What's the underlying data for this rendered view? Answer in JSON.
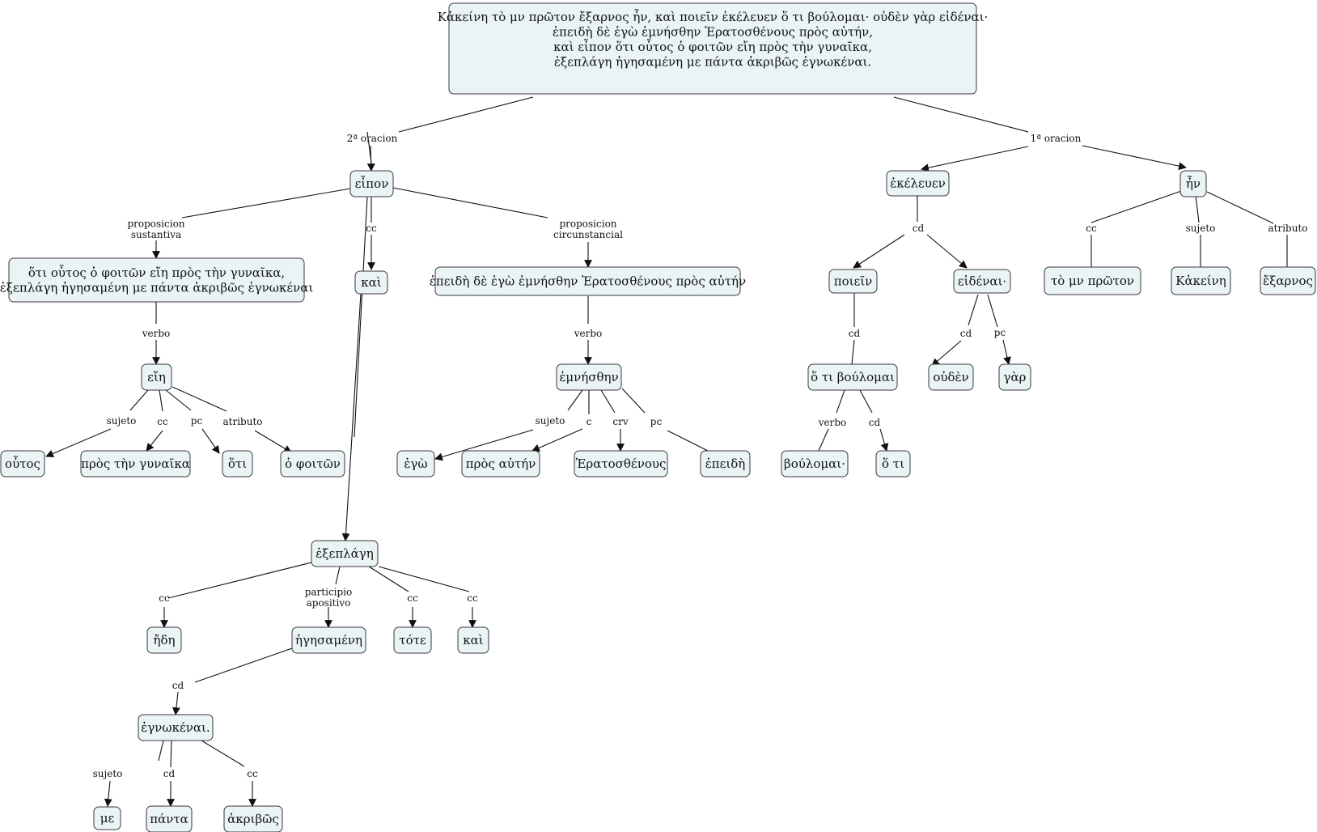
{
  "nodes": {
    "root": [
      "Κἀκείνη τὸ μ὎ν πρῶτον ἔξαρνος ἦν, καὶ ποιεῖν ἐκέλευεν ὅ τι βούλομαι· οὐδὲν γὰρ εἰδέναι·",
      "ἐπειδὴ δὲ ἐγὼ ἐμνήσθην Ἐρατοσθένους πρὸς αὐτήν,",
      "καὶ εἶπον ὅτι οὗτος ὁ φοιτῶν εἴη πρὸς τὴν γυναῖκα,",
      "ἐξεπλάγη ἡγησαμένη με πάντα ἀκριβῶς ἐγνωκέναι."
    ],
    "eipon": [
      "εἶπον"
    ],
    "hoti_prop": [
      "ὅτι οὗτος ὁ φοιτῶν εἴη πρὸς τὴν γυναῖκα,",
      "ἐξεπλάγη ἡγησαμένη με πάντα ἀκριβῶς ἐγνωκέναι"
    ],
    "eie": [
      "εἴη"
    ],
    "houtos": [
      "οὗτος"
    ],
    "pros_gyn": [
      "πρὸς τὴν γυναῖκα"
    ],
    "hoti": [
      "ὅτι"
    ],
    "ho_phoiton": [
      "ὁ φοιτῶν"
    ],
    "kai1": [
      "καὶ"
    ],
    "epeide_prop": [
      "ἐπειδὴ δὲ ἐγὼ ἐμνήσθην Ἐρατοσθένους πρὸς αὐτήν"
    ],
    "emnesthen": [
      "ἐμνήσθην"
    ],
    "ego": [
      "ἐγὼ"
    ],
    "pros_auten": [
      "πρὸς αὐτήν"
    ],
    "eratosth": [
      "Ἐρατοσθένους"
    ],
    "epeide": [
      "ἐπειδὴ"
    ],
    "exeplage": [
      "ἐξεπλάγη"
    ],
    "ede": [
      "ἤδη"
    ],
    "hegesamene": [
      "ἡγησαμένη"
    ],
    "tote": [
      "τότε"
    ],
    "kai2": [
      "καὶ"
    ],
    "egnokenai": [
      "ἐγνωκέναι."
    ],
    "me": [
      "με"
    ],
    "panta": [
      "πάντα"
    ],
    "akribos": [
      "ἀκριβῶς"
    ],
    "ekeleuen": [
      "ἐκέλευεν"
    ],
    "poiein": [
      "ποιεῖν"
    ],
    "eidenai": [
      "εἰδέναι·"
    ],
    "hoti_boul": [
      "ὅ τι βούλομαι"
    ],
    "boulomai": [
      "βούλομαι·"
    ],
    "ho_ti": [
      "ὅ τι"
    ],
    "ouden": [
      "οὐδὲν"
    ],
    "gar": [
      "γὰρ"
    ],
    "en": [
      "ἦν"
    ],
    "to_men": [
      "τὸ μ὎ν πρῶτον"
    ],
    "kakeine": [
      "Κἀκείνη"
    ],
    "exarnos": [
      "ἔξαρνος"
    ]
  },
  "labels": {
    "orac2": [
      "2ª oracion"
    ],
    "orac1": [
      "1ª oracion"
    ],
    "prop_sust": [
      "proposicion",
      "sustantiva"
    ],
    "cc_kai1": [
      "cc"
    ],
    "prop_circ": [
      "proposicion",
      "circunstancial"
    ],
    "verbo_eie": [
      "verbo"
    ],
    "suj_eie": [
      "sujeto"
    ],
    "cc_eie": [
      "cc"
    ],
    "pc_eie": [
      "pc"
    ],
    "atr_eie": [
      "atributo"
    ],
    "verbo_emn": [
      "verbo"
    ],
    "suj_emn": [
      "sujeto"
    ],
    "c_emn": [
      "c"
    ],
    "crv_emn": [
      "crv"
    ],
    "pc_emn": [
      "pc"
    ],
    "cc_ede": [
      "cc"
    ],
    "part_apos": [
      "participio",
      "apositivo"
    ],
    "cc_tote": [
      "cc"
    ],
    "cc_kai2": [
      "cc"
    ],
    "cd_egn": [
      "cd"
    ],
    "suj_me": [
      "sujeto"
    ],
    "cd_panta": [
      "cd"
    ],
    "cc_akr": [
      "cc"
    ],
    "cd_ekel": [
      "cd"
    ],
    "cd_poiein": [
      "cd"
    ],
    "verbo_boul": [
      "verbo"
    ],
    "cd_hoti": [
      "cd"
    ],
    "cd_ouden": [
      "cd"
    ],
    "pc_gar": [
      "pc"
    ],
    "cc_en": [
      "cc"
    ],
    "suj_en": [
      "sujeto"
    ],
    "atr_en": [
      "atributo"
    ]
  }
}
